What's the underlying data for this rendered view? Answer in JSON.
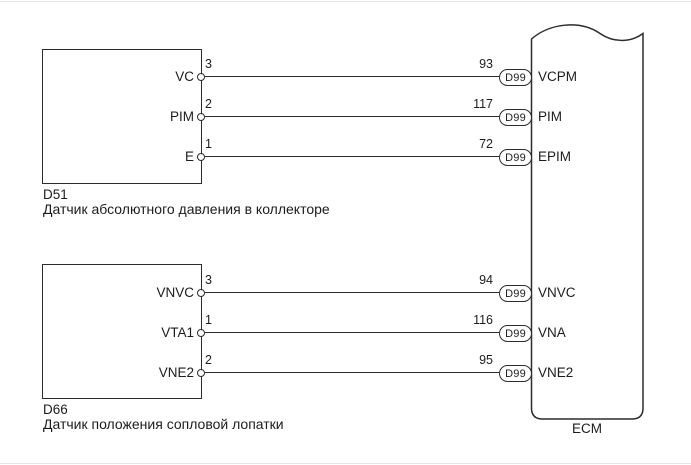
{
  "colors": {
    "ink": "#2b2b2b",
    "text": "#1c1c1c",
    "page_border": "#e4e4e4",
    "background": "#ffffff"
  },
  "diagram": {
    "ecm": {
      "label": "ECM"
    },
    "sensors": [
      {
        "id": "D51",
        "name": "Датчик абсолютного давления в коллекторе",
        "pins": [
          {
            "label": "VC",
            "pin_no": "3",
            "ecm_terminal": "93",
            "connector": "D99",
            "ecm_pin_label": "VCPM"
          },
          {
            "label": "PIM",
            "pin_no": "2",
            "ecm_terminal": "117",
            "connector": "D99",
            "ecm_pin_label": "PIM"
          },
          {
            "label": "E",
            "pin_no": "1",
            "ecm_terminal": "72",
            "connector": "D99",
            "ecm_pin_label": "EPIM"
          }
        ]
      },
      {
        "id": "D66",
        "name": "Датчик положения сопловой лопатки",
        "pins": [
          {
            "label": "VNVC",
            "pin_no": "3",
            "ecm_terminal": "94",
            "connector": "D99",
            "ecm_pin_label": "VNVC"
          },
          {
            "label": "VTA1",
            "pin_no": "1",
            "ecm_terminal": "116",
            "connector": "D99",
            "ecm_pin_label": "VNA"
          },
          {
            "label": "VNE2",
            "pin_no": "2",
            "ecm_terminal": "95",
            "connector": "D99",
            "ecm_pin_label": "VNE2"
          }
        ]
      }
    ]
  }
}
